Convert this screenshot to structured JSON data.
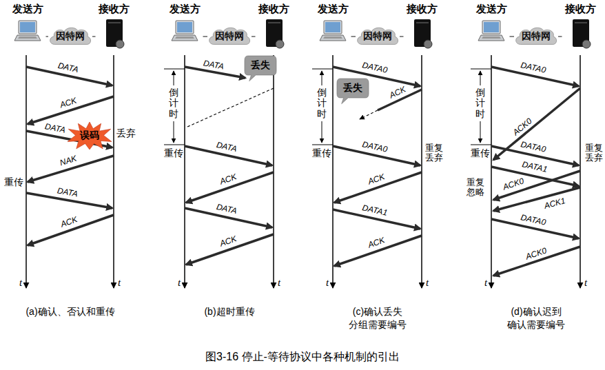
{
  "diagram": {
    "caption": "图3-16 停止-等待协议中各种机制的引出",
    "nodes": [
      {
        "text": [
          "发送方"
        ]
      },
      {
        "text": [
          "因特网"
        ]
      },
      {
        "text": [
          "接收方"
        ]
      },
      {
        "text": [
          "误码"
        ]
      },
      {
        "text": [
          "发送方"
        ]
      },
      {
        "text": [
          "因特网"
        ]
      },
      {
        "text": [
          "接收方"
        ]
      },
      {
        "text": [
          "丢失"
        ]
      },
      {
        "text": [
          "发送方"
        ]
      },
      {
        "text": [
          "因特网"
        ]
      },
      {
        "text": [
          "接收方"
        ]
      },
      {
        "text": [
          "丢失"
        ]
      },
      {
        "text": [
          "发送方"
        ]
      },
      {
        "text": [
          "因特网"
        ]
      },
      {
        "text": [
          "接收方"
        ]
      }
    ],
    "edges": [
      {
        "from": 0,
        "to": 1,
        "arrow": "none"
      },
      {
        "from": 1,
        "to": 2,
        "arrow": "none"
      },
      {
        "from": 4,
        "to": 5,
        "arrow": "none"
      },
      {
        "from": 5,
        "to": 6,
        "arrow": "none"
      },
      {
        "from": 8,
        "to": 9,
        "arrow": "none"
      },
      {
        "from": 9,
        "to": 10,
        "arrow": "none"
      },
      {
        "from": 12,
        "to": 13,
        "arrow": "none"
      },
      {
        "from": 13,
        "to": 14,
        "arrow": "none"
      }
    ],
    "labels": [
      "DATA",
      "ACK",
      "DATA",
      "丢弃",
      "NAK",
      "重传",
      "DATA",
      "ACK",
      "t",
      "t",
      "(a)确认、否认和重传",
      "DATA",
      "倒计时",
      "重传",
      "DATA",
      "ACK",
      "DATA",
      "ACK",
      "t",
      "t",
      "(b)超时重传",
      "DATA0",
      "倒计时",
      "ACK",
      "重传",
      "DATA0",
      "重复丢弃",
      "ACK",
      "DATA1",
      "ACK",
      "t",
      "t",
      "(c)确认丢失 分组需要编号",
      "DATA0",
      "倒计时",
      "ACK0",
      "重传",
      "DATA0",
      "重复丢弃",
      "DATA1",
      "重复忽略",
      "ACK0",
      "ACK1",
      "DATA0",
      "ACK0",
      "t",
      "t",
      "(d)确认迟到 确认需要编号"
    ]
  }
}
